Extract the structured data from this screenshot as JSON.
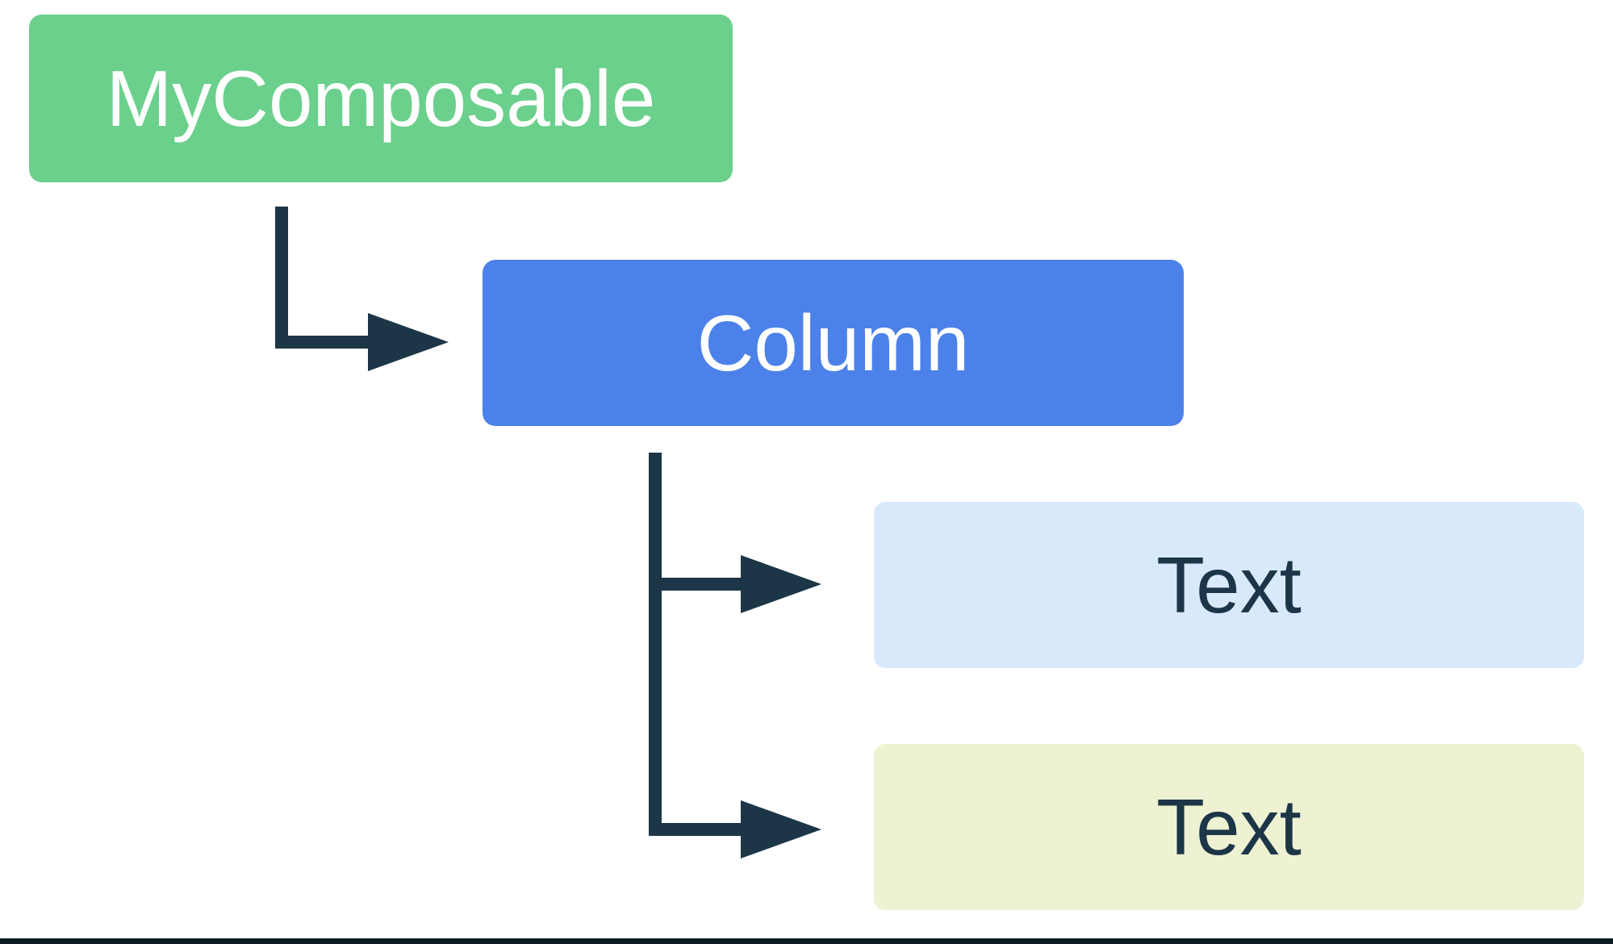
{
  "diagram": {
    "title": "composable-hierarchy",
    "type": "tree",
    "nodes": [
      {
        "id": "my-composable",
        "label": "MyComposable",
        "fill": "#6BD08C",
        "text_color": "#FFFFFF"
      },
      {
        "id": "column",
        "label": "Column",
        "fill": "#4C81EA",
        "text_color": "#FFFFFF"
      },
      {
        "id": "text-1",
        "label": "Text",
        "fill": "#D9E9FC",
        "text_color": "#1C3647"
      },
      {
        "id": "text-2",
        "label": "Text",
        "fill": "#EEF2D2",
        "text_color": "#1C3647"
      }
    ],
    "edges": [
      {
        "from": "my-composable",
        "to": "column"
      },
      {
        "from": "column",
        "to": "text-1"
      },
      {
        "from": "column",
        "to": "text-2"
      }
    ],
    "colors": {
      "connector": "#1C3647",
      "bottom_rule": "#0D1B23",
      "background": "#FFFFFF"
    }
  }
}
